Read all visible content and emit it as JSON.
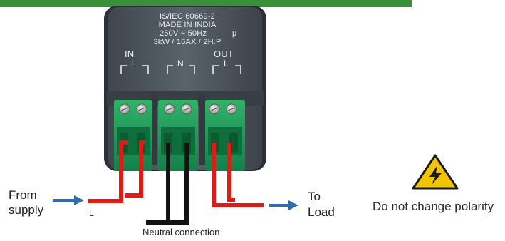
{
  "device": {
    "standard": "IS/IEC 60669-2",
    "origin": "MADE IN INDIA",
    "voltage": "250V ~ 50Hz",
    "mu": "μ",
    "rating": "3kW / 16AX / 2H.P",
    "terminal_in": "IN",
    "terminal_out": "OUT",
    "in_symbol": "L",
    "n_symbol": "N",
    "out_symbol": "L"
  },
  "labels": {
    "from_line1": "From",
    "from_line2": "supply",
    "live": "L",
    "to_line1": "To",
    "to_line2": "Load",
    "neutral": "Neutral  connection",
    "warning": "Do not change polarity"
  },
  "colors": {
    "top_rule": "#3a8f3a",
    "terminal_green": "#1f9a55",
    "live_wire": "#e01a14",
    "neutral_wire": "#121212",
    "arrow_blue": "#2a6db5",
    "warning_yellow": "#f2c500"
  },
  "icons": {
    "warning": "high-voltage-warning-icon",
    "arrow": "arrow-right-icon"
  }
}
